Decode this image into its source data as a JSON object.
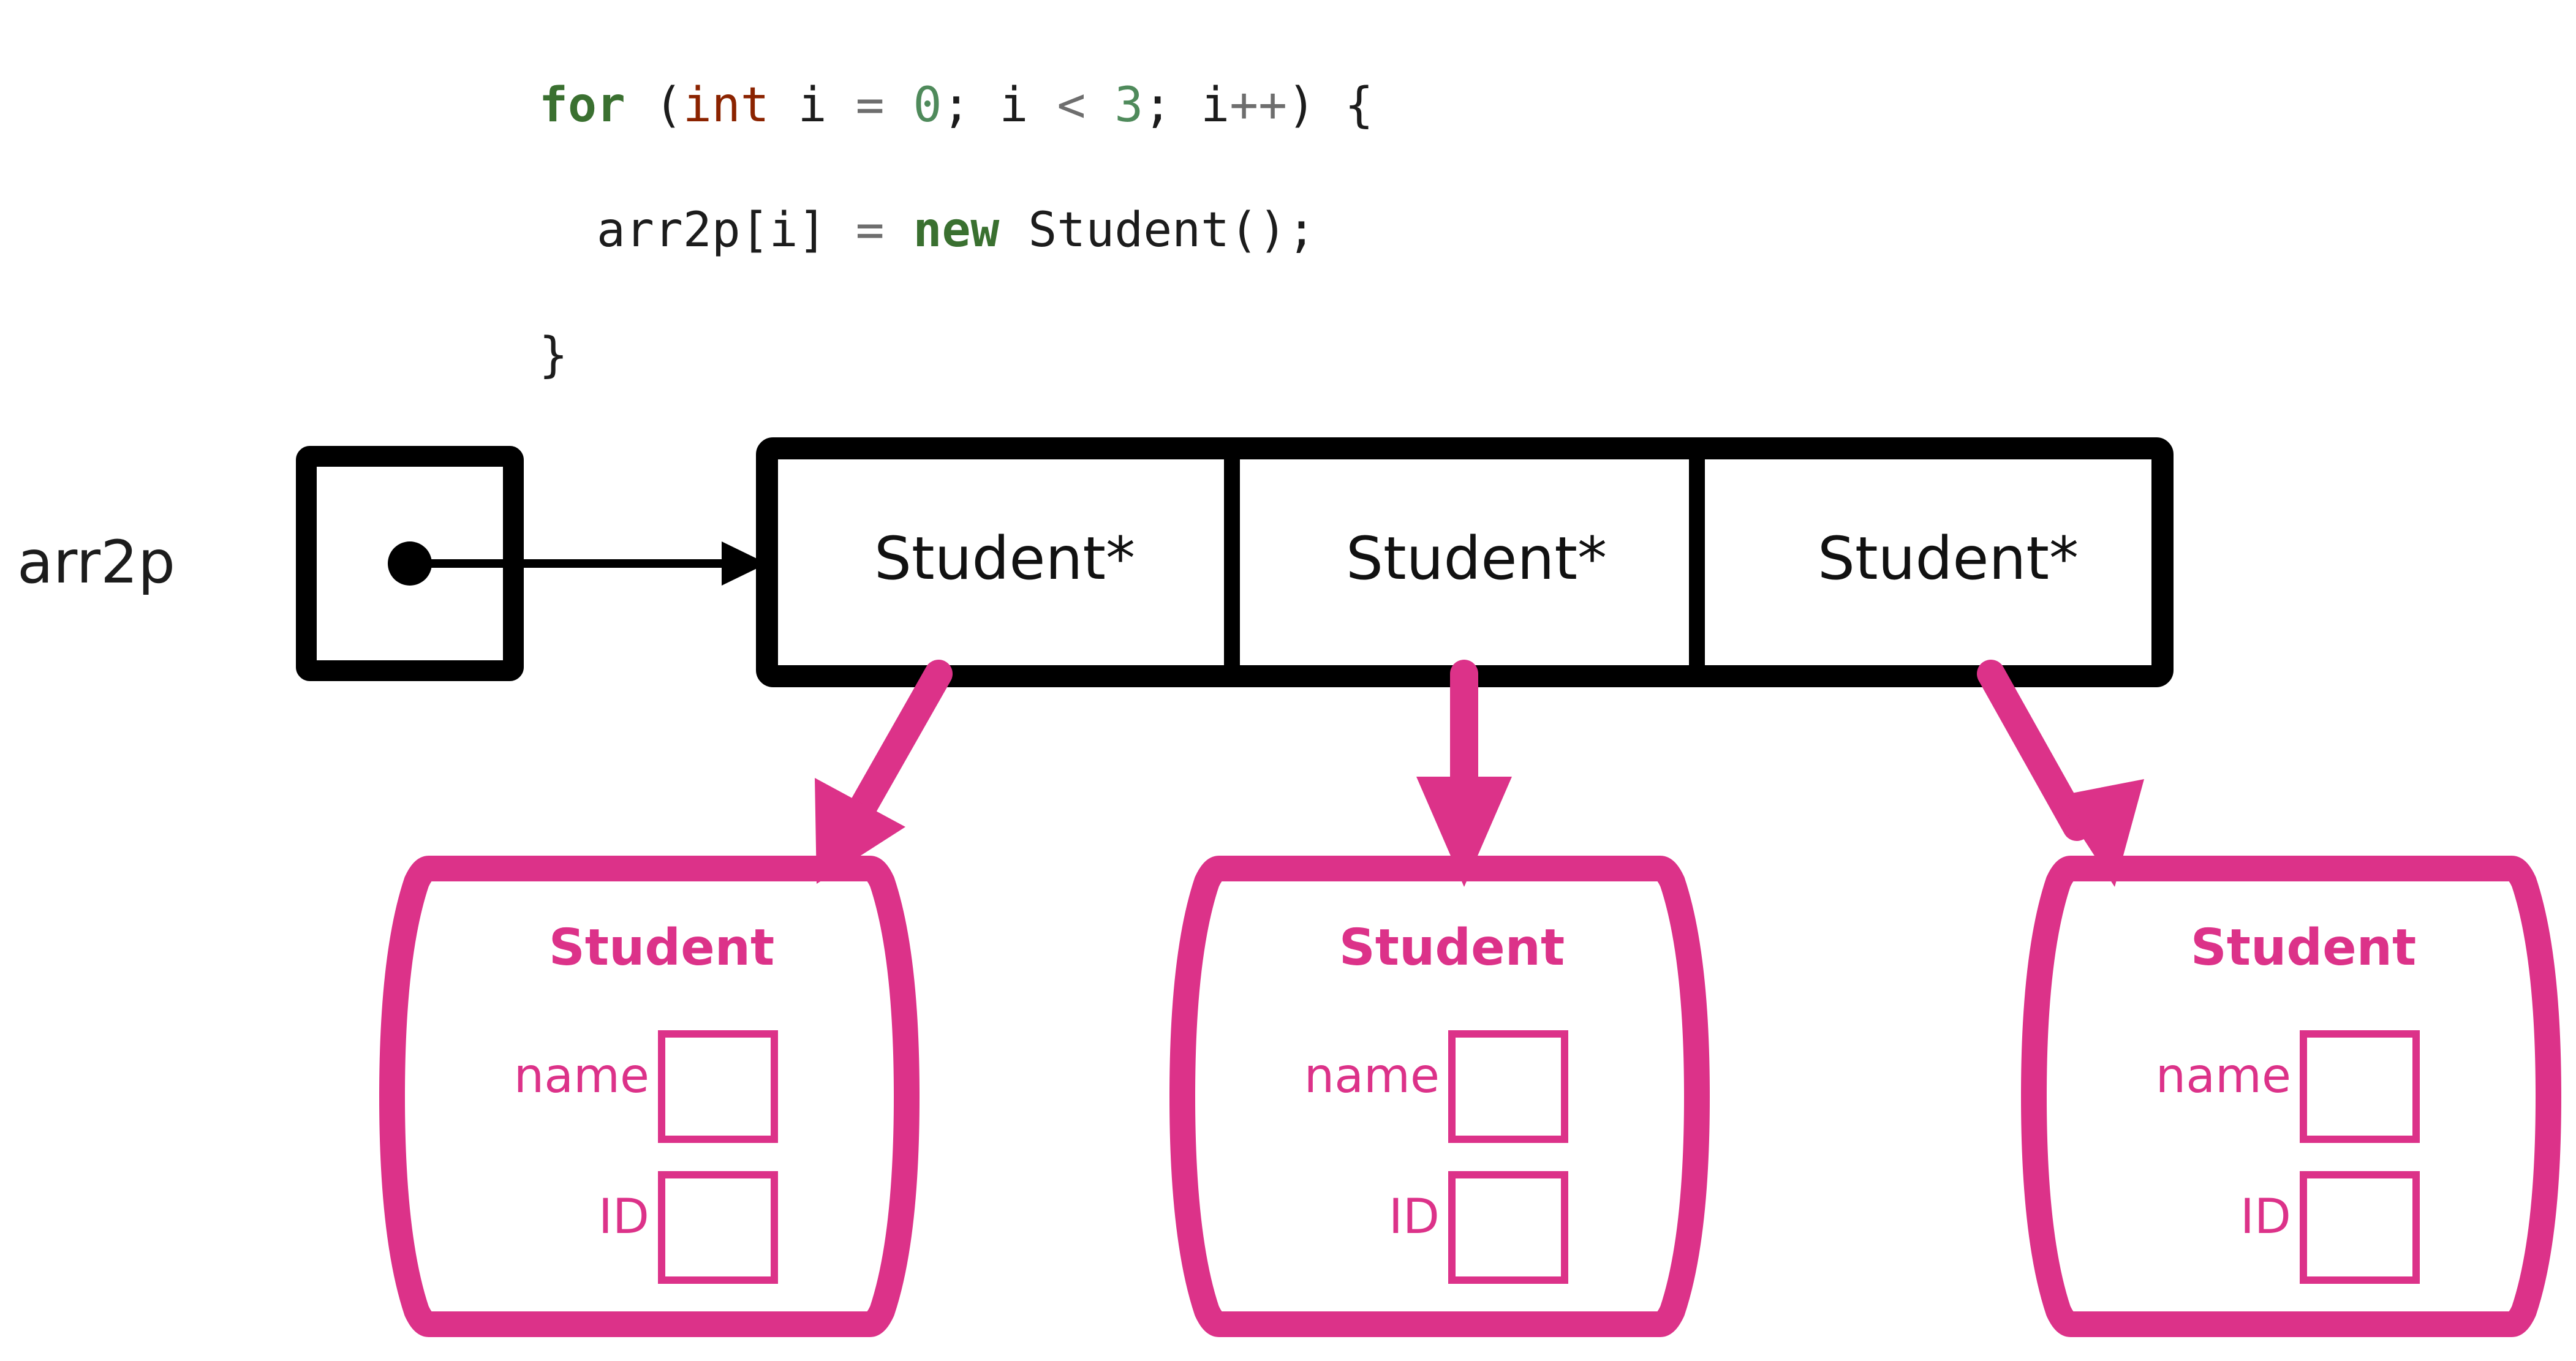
{
  "code": {
    "language": "java-like",
    "lines": [
      {
        "indent": "",
        "tokens": [
          {
            "t": "for",
            "k": "kw"
          },
          {
            "t": " (",
            "k": "punct"
          },
          {
            "t": "int",
            "k": "type"
          },
          {
            "t": " i ",
            "k": "plain"
          },
          {
            "t": "=",
            "k": "op"
          },
          {
            "t": " ",
            "k": "plain"
          },
          {
            "t": "0",
            "k": "num"
          },
          {
            "t": "; i ",
            "k": "plain"
          },
          {
            "t": "<",
            "k": "op"
          },
          {
            "t": " ",
            "k": "plain"
          },
          {
            "t": "3",
            "k": "num"
          },
          {
            "t": "; i",
            "k": "plain"
          },
          {
            "t": "++",
            "k": "op"
          },
          {
            "t": ") {",
            "k": "punct"
          }
        ]
      },
      {
        "indent": "  ",
        "tokens": [
          {
            "t": "arr2p[i] ",
            "k": "plain"
          },
          {
            "t": "=",
            "k": "op"
          },
          {
            "t": " ",
            "k": "plain"
          },
          {
            "t": "new",
            "k": "kw"
          },
          {
            "t": " Student();",
            "k": "plain"
          }
        ]
      },
      {
        "indent": "",
        "tokens": [
          {
            "t": "}",
            "k": "punct"
          }
        ]
      }
    ],
    "raw": [
      "for (int i = 0; i < 3; i++) {",
      "  arr2p[i] = new Student();",
      "}"
    ]
  },
  "colors": {
    "keyword_green": "#3a7030",
    "type_red": "#8b2300",
    "number_green": "#4f8a5b",
    "operator_gray": "#6e6e6e",
    "text_black": "#1c1c1c",
    "outline_black": "#000000",
    "object_pink": "#dc3289",
    "background": "#ffffff"
  },
  "diagram": {
    "pointer_variable": {
      "label": "arr2p",
      "icon": "pointer-dot-icon",
      "points_to": "array-of-student-pointers"
    },
    "array": {
      "length": 3,
      "cells": [
        {
          "index": 0,
          "value": "Student*"
        },
        {
          "index": 1,
          "value": "Student*"
        },
        {
          "index": 2,
          "value": "Student*"
        }
      ]
    },
    "objects": [
      {
        "index": 0,
        "title": "Student",
        "fields": [
          {
            "name": "name",
            "value": ""
          },
          {
            "name": "ID",
            "value": ""
          }
        ]
      },
      {
        "index": 1,
        "title": "Student",
        "fields": [
          {
            "name": "name",
            "value": ""
          },
          {
            "name": "ID",
            "value": ""
          }
        ]
      },
      {
        "index": 2,
        "title": "Student",
        "fields": [
          {
            "name": "name",
            "value": ""
          },
          {
            "name": "ID",
            "value": ""
          }
        ]
      }
    ],
    "arrows": [
      {
        "from": "pointer-variable",
        "to": "array",
        "style": "thin-black-horizontal"
      },
      {
        "from": "array-cell-0",
        "to": "student-object-0",
        "style": "thick-pink-diagonal-left"
      },
      {
        "from": "array-cell-1",
        "to": "student-object-1",
        "style": "thick-pink-vertical"
      },
      {
        "from": "array-cell-2",
        "to": "student-object-2",
        "style": "thick-pink-diagonal-right"
      }
    ]
  }
}
